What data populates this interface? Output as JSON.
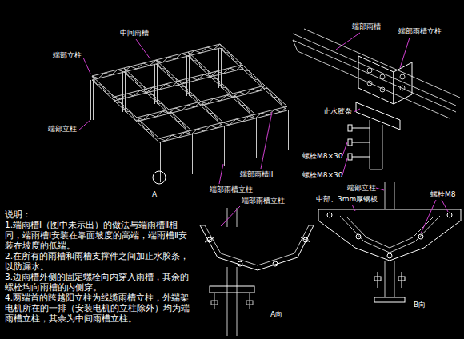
{
  "diagram": {
    "labels": [
      "中间雨槽",
      "端部立柱",
      "端部立柱",
      "端部雨槽立柱",
      "端部雨槽II",
      "A",
      "端部雨槽",
      "端部雨槽立柱",
      "止水胶条",
      "螺栓M8×30",
      "螺栓M8×30",
      "端部雨槽立柱",
      "A向",
      "端部立柱",
      "中部、3mm厚钢板",
      "螺栓M8",
      "B向",
      "说明：",
      "1.端雨槽Ⅰ（图中未示出）的做法与端雨槽Ⅱ相同，端雨槽Ⅰ安装在靠面坡度的高端，端雨槽Ⅱ安装在坡度的低端。",
      "2.在所有的雨槽和雨槽支撑件之间加止水胶条，以防漏水。",
      "3.边雨槽外侧的固定螺栓向内穿入雨槽，其余的螺栓均向雨槽的内侧穿。",
      "4.两端首的跨越阳立柱为线缆雨槽立柱，外端架电机所在的一排（安装电机的立柱除外）均为端雨槽立柱，其余为中间雨槽立柱。"
    ]
  }
}
